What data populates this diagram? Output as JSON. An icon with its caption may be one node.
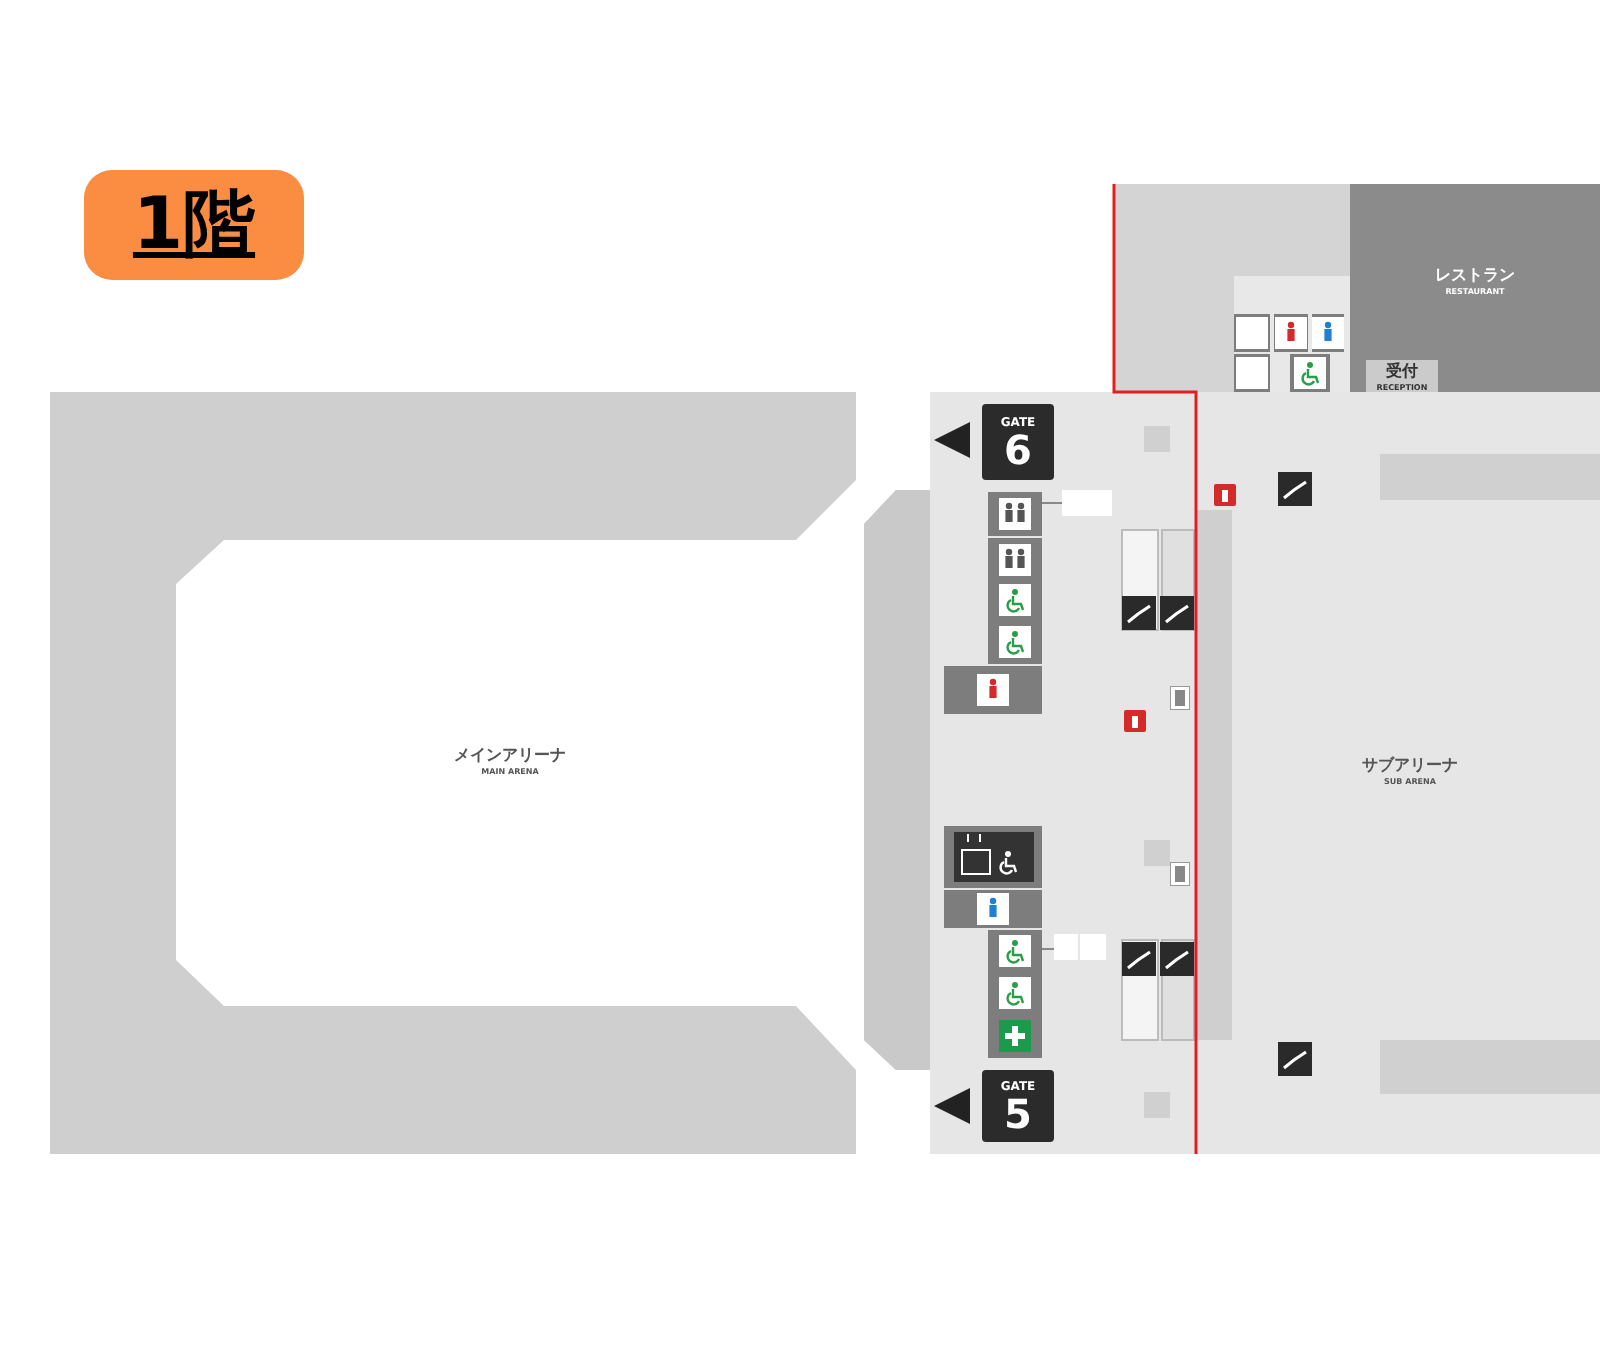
{
  "diagram": {
    "title": "1階",
    "nodes": [
      {
        "text": [
          "レストラン",
          "RESTAURANT"
        ]
      },
      {
        "text": [
          "受付",
          "RECEPTION"
        ],
        "in": 0
      },
      {
        "text": [
          "GATE",
          "6"
        ]
      },
      {
        "text": [
          "メインアリーナ",
          "MAIN ARENA"
        ]
      },
      {
        "text": [
          "サブアリーナ",
          "SUB ARENA"
        ]
      },
      {
        "text": [
          "GATE",
          "5"
        ]
      }
    ]
  }
}
